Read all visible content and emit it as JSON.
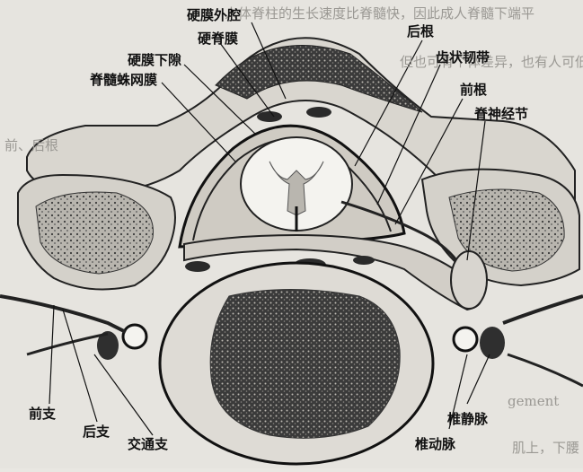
{
  "labels": {
    "epidural_space": "硬膜外腔",
    "dura_mater": "硬脊膜",
    "subdural_space": "硬膜下隙",
    "arachnoid": "脊髓蛛网膜",
    "posterior_root": "后根",
    "denticulate_ligament": "齿状韧带",
    "anterior_root": "前根",
    "spinal_ganglion": "脊神经节",
    "anterior_ramus": "前支",
    "posterior_ramus": "后支",
    "communicating_branch": "交通支",
    "vertebral_vein": "椎静脉",
    "vertebral_artery": "椎动脉"
  },
  "background_text": {
    "line1": "人体脊柱的生长速度比脊髓快，因此成人脊髓下端平",
    "line2": "但也可有个体差异，也有人可低",
    "line3": "前、后根",
    "line4": "gement",
    "line5": "肌上，下腰"
  }
}
